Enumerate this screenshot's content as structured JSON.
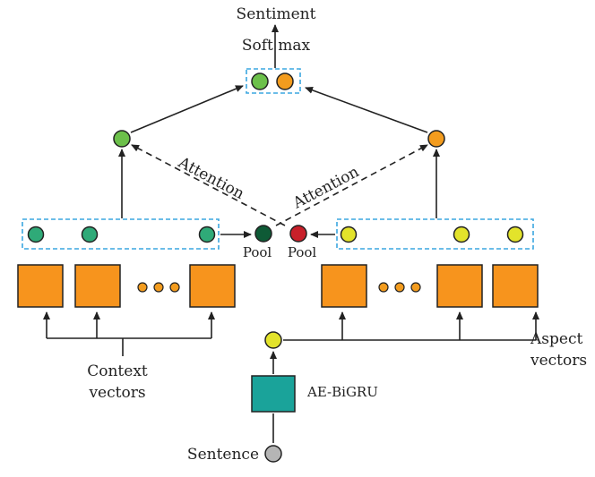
{
  "labels": {
    "sentiment": "Sentiment",
    "softmax": "Soft max",
    "attention_left": "Attention",
    "attention_right": "Attention",
    "pool_left": "Pool",
    "pool_right": "Pool",
    "context_line1": "Context",
    "context_line2": "vectors",
    "aspect_line1": "Aspect",
    "aspect_line2": "vectors",
    "encoder": "AE-BiGRU",
    "sentence": "Sentence"
  },
  "colors": {
    "green_node": "#6cc04a",
    "orange_node": "#f39c1e",
    "teal_node": "#2faa78",
    "yellow_node": "#e3e32b",
    "pool_left": "#0e5a36",
    "pool_right": "#c8202a",
    "sentence_node": "#b5b5b5",
    "lstm_box": "#f7941d",
    "encoder_box": "#1aa39a",
    "dashed_frame": "#3ba7e0",
    "stroke": "#222222"
  }
}
